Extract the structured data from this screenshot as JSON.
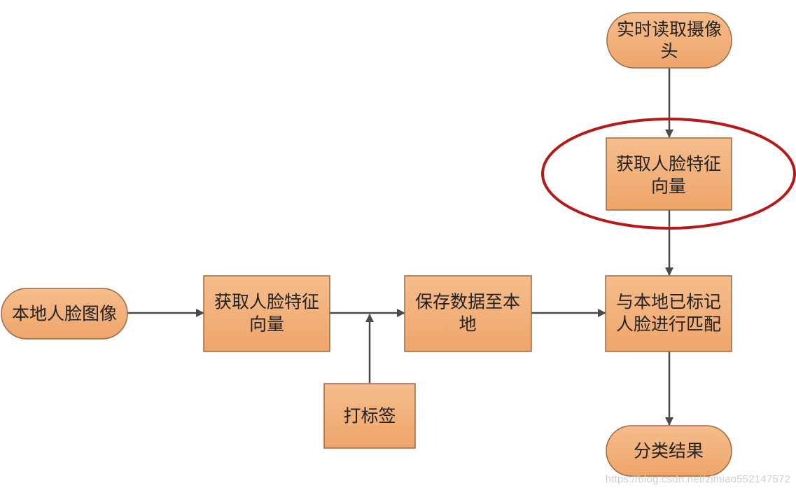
{
  "colors": {
    "node_fill": "#f2b07a",
    "node_fill_light": "#f7c597",
    "node_border": "#b27a4e",
    "edge": "#4a4a4a",
    "highlight": "#b31b1b",
    "watermark": "#cfcfcf"
  },
  "nodes": {
    "camera": {
      "shape": "terminal",
      "lines": [
        "实时读取摄像",
        "头"
      ]
    },
    "feature_top": {
      "shape": "process",
      "lines": [
        "获取人脸特征",
        "向量"
      ]
    },
    "local_image": {
      "shape": "terminal",
      "lines": [
        "本地人脸图像"
      ]
    },
    "feature_left": {
      "shape": "process",
      "lines": [
        "获取人脸特征",
        "向量"
      ]
    },
    "save": {
      "shape": "process",
      "lines": [
        "保存数据至本",
        "地"
      ]
    },
    "label": {
      "shape": "process",
      "lines": [
        "打标签"
      ]
    },
    "match": {
      "shape": "process",
      "lines": [
        "与本地已标记",
        "人脸进行匹配"
      ]
    },
    "result": {
      "shape": "terminal",
      "lines": [
        "分类结果"
      ]
    }
  },
  "edges": [
    {
      "from": "camera",
      "to": "feature_top"
    },
    {
      "from": "feature_top",
      "to": "match"
    },
    {
      "from": "local_image",
      "to": "feature_left"
    },
    {
      "from": "feature_left",
      "to": "save"
    },
    {
      "from": "label",
      "to": "edge-feature_left-save"
    },
    {
      "from": "save",
      "to": "match"
    },
    {
      "from": "match",
      "to": "result"
    }
  ],
  "highlight": {
    "target": "feature_top",
    "shape": "ellipse"
  },
  "watermark": "https://blog.csdn.net/zimiao552147572"
}
